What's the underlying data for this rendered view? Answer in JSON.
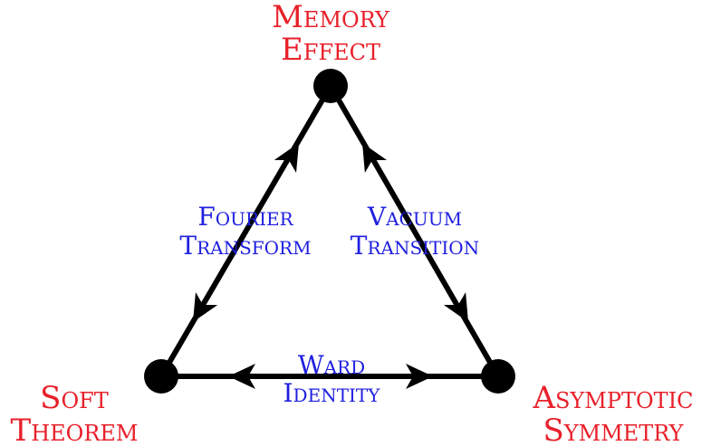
{
  "colors": {
    "vertex_label": "#e8202a",
    "edge_label": "#2020e0",
    "line": "#000000",
    "node": "#000000"
  },
  "vertices": {
    "memory_effect": {
      "line1": "Memory",
      "line2": "Effect"
    },
    "soft_theorem": {
      "line1": "Soft",
      "line2": "Theorem"
    },
    "asymptotic_symmetry": {
      "line1": "Asymptotic",
      "line2": "Symmetry"
    }
  },
  "edges": {
    "fourier_transform": {
      "line1": "Fourier",
      "line2": "Transform"
    },
    "vacuum_transition": {
      "line1": "Vacuum",
      "line2": "Transition"
    },
    "ward_identity": {
      "line1": "Ward",
      "line2": "Identity"
    }
  }
}
